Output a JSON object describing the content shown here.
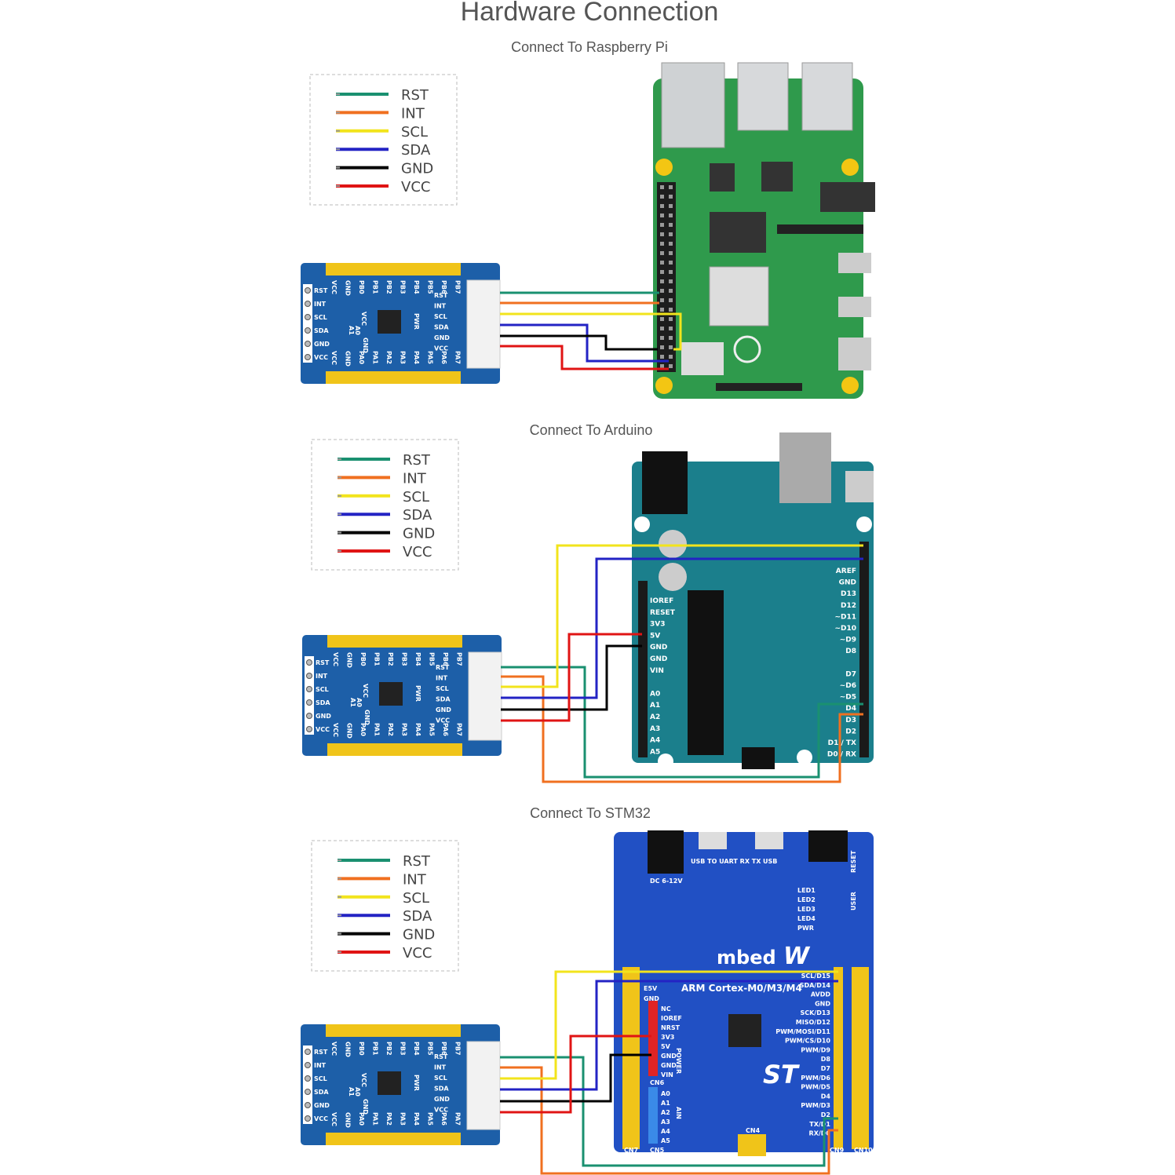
{
  "title": "Hardware Connection",
  "colors": {
    "RST": "#1a9070",
    "INT": "#f07020",
    "SCL": "#f2e41c",
    "SDA": "#2323c4",
    "GND": "#000000",
    "VCC": "#e01414"
  },
  "legend": [
    "RST",
    "INT",
    "SCL",
    "SDA",
    "GND",
    "VCC"
  ],
  "module": {
    "top_pins": [
      "VCC",
      "GND",
      "PB0",
      "PB1",
      "PB2",
      "PB3",
      "PB4",
      "PB5",
      "PB6",
      "PB7"
    ],
    "bottom_pins": [
      "VCC",
      "GND",
      "PA0",
      "PA1",
      "PA2",
      "PA3",
      "PA4",
      "PA5",
      "PA6",
      "PA7"
    ],
    "side_pins": [
      "RST",
      "INT",
      "SCL",
      "SDA",
      "GND",
      "VCC"
    ],
    "center_labels": [
      "VCC",
      "A0",
      "A1",
      "GND",
      "PWR"
    ]
  },
  "sections": [
    {
      "subtitle": "Connect To Raspberry Pi",
      "board": "raspberry-pi"
    },
    {
      "subtitle": "Connect To Arduino",
      "board": "arduino",
      "left_labels": [
        "IOREF",
        "RESET",
        "3V3",
        "5V",
        "GND",
        "GND",
        "VIN",
        "",
        "A0",
        "A1",
        "A2",
        "A3",
        "A4",
        "A5"
      ],
      "right_labels": [
        "AREF",
        "GND",
        "D13",
        "D12",
        "~D11",
        "~D10",
        "~D9",
        "D8",
        "",
        "D7",
        "~D6",
        "~D5",
        "D4",
        "D3",
        "D2",
        "D1 / TX",
        "D0 / RX"
      ]
    },
    {
      "subtitle": "Connect To STM32",
      "board": "stm32",
      "brand": "mbed",
      "chip_text": "ARM Cortex-M0/M3/M4",
      "top_labels": [
        "USB TO UART RX TX",
        "USB",
        "DC 6-12V",
        "RESET",
        "USER"
      ],
      "led_labels": [
        "LED1",
        "LED2",
        "LED3",
        "LED4",
        "PWR"
      ],
      "power_labels": [
        "NC",
        "IOREF",
        "NRST",
        "3V3",
        "5V",
        "GND",
        "GND",
        "VIN"
      ],
      "analog_labels": [
        "A0",
        "A1",
        "A2",
        "A3",
        "A4",
        "A5"
      ],
      "right_labels": [
        "SCL/D15",
        "SDA/D14",
        "AVDD",
        "GND",
        "SCK/D13",
        "MISO/D12",
        "PWM/MOSI/D11",
        "PWM/CS/D10",
        "PWM/D9",
        "D8",
        "D7",
        "PWM/D6",
        "PWM/D5",
        "D4",
        "PWM/D3",
        "D2",
        "TX/D1",
        "RX/D0"
      ],
      "header_labels": [
        "CN7",
        "CN5",
        "CN6",
        "CN4",
        "CN9",
        "CN10",
        "E5V",
        "GND",
        "POWER",
        "AIN"
      ]
    }
  ]
}
